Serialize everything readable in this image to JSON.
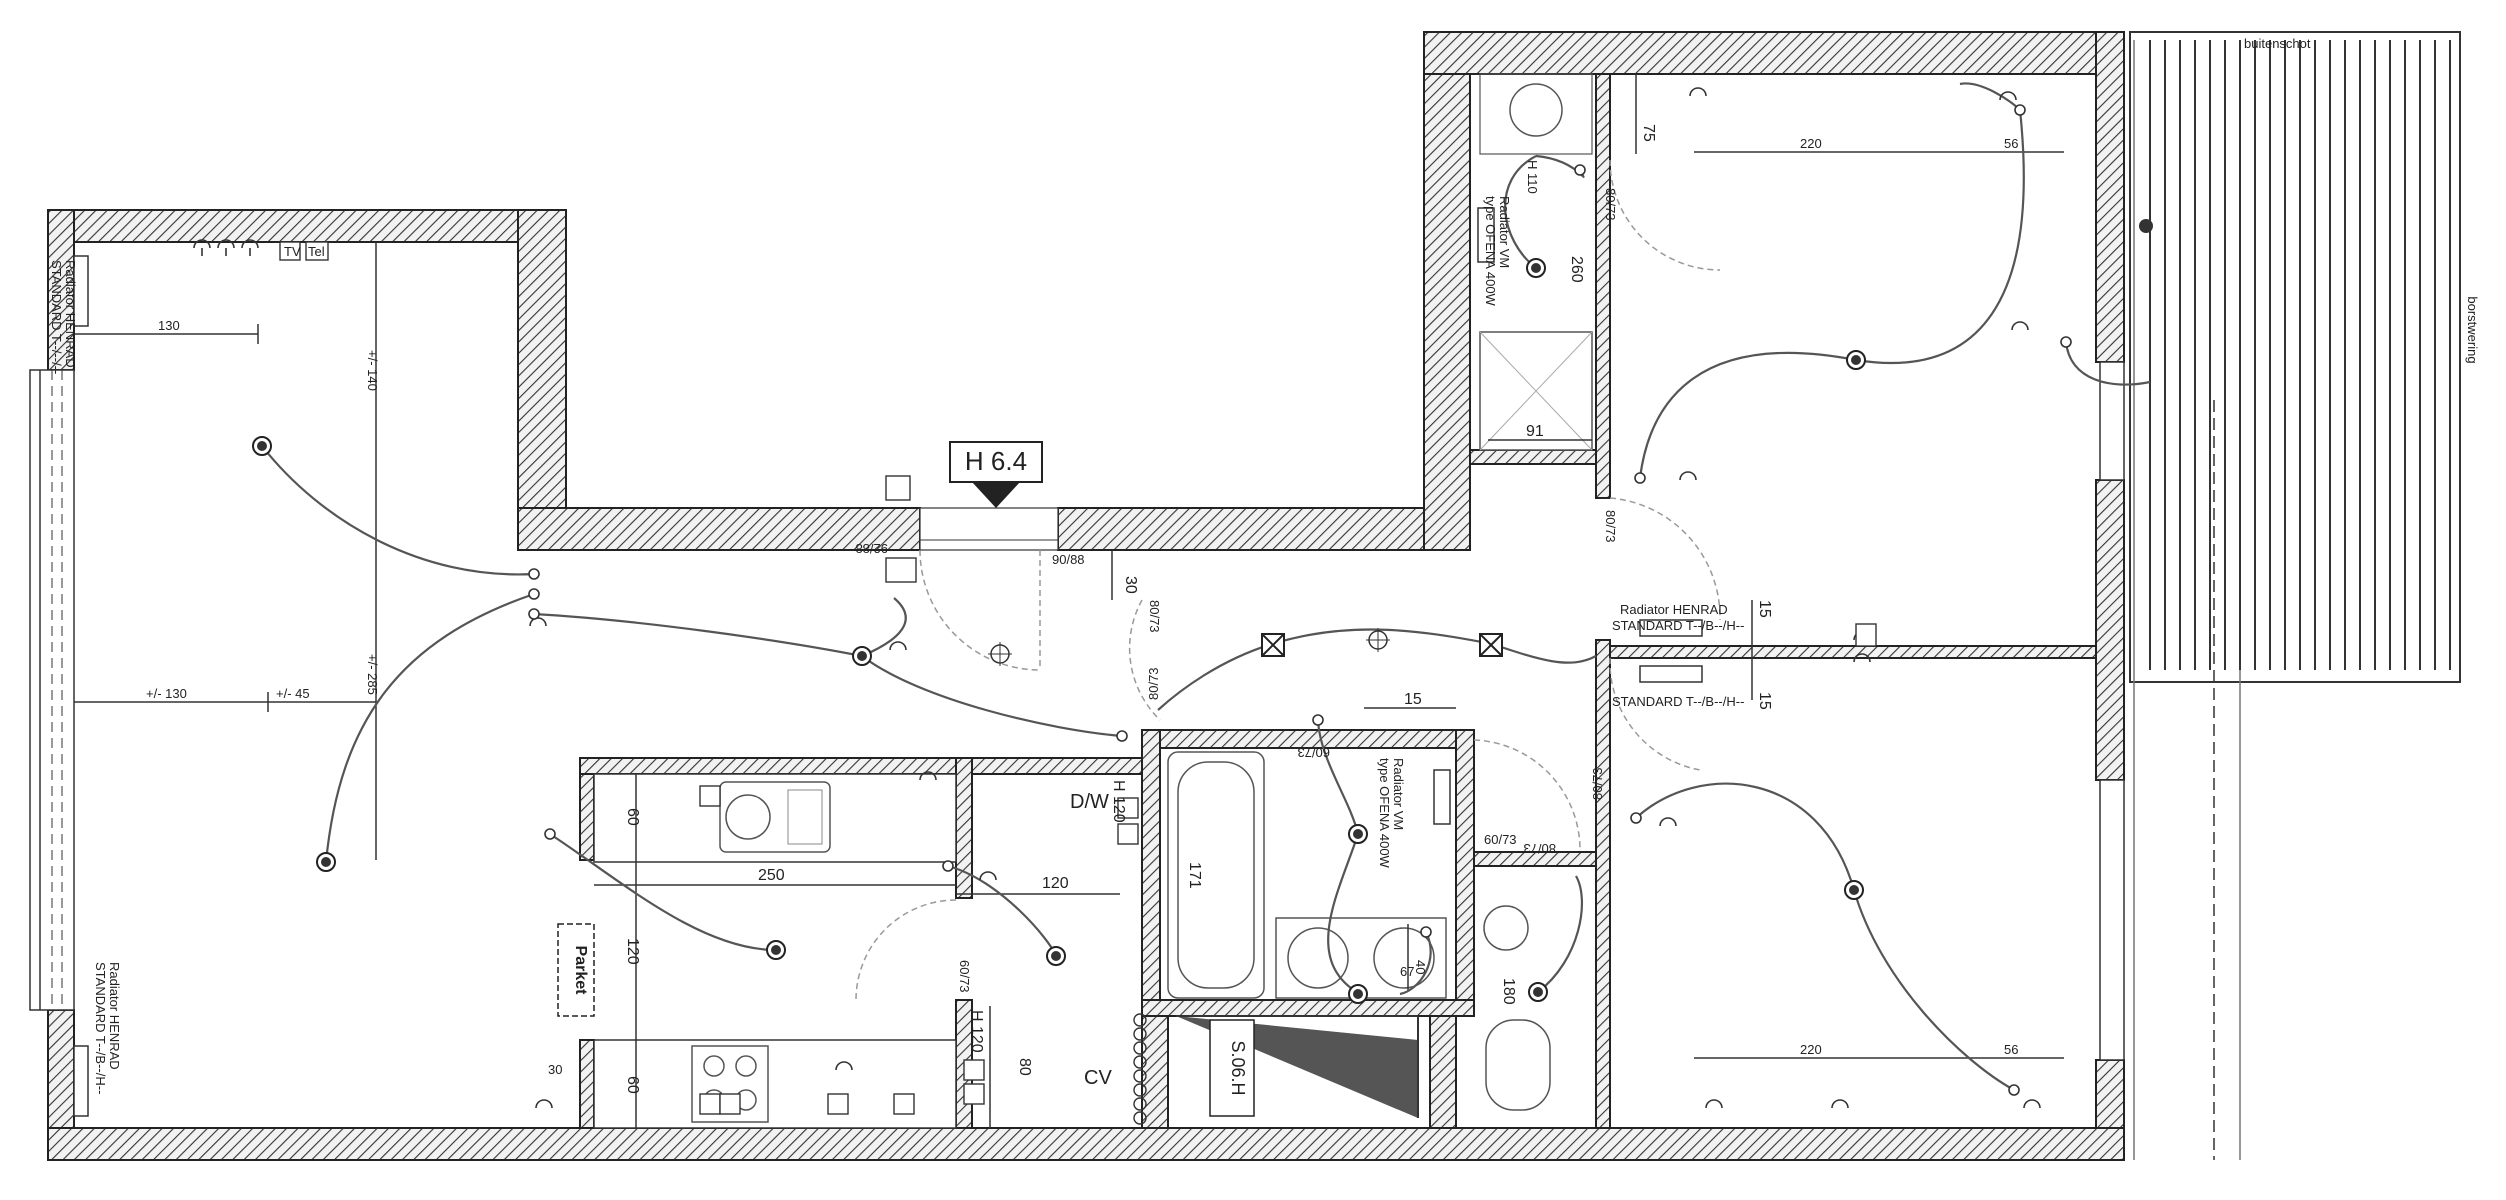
{
  "tag": {
    "label": "H 6.4"
  },
  "unit_code": {
    "label": "S.06.H"
  },
  "notes": {
    "buitenschot": "buitenschot",
    "borstwering": "borstwering",
    "parket": "Parket",
    "dw": "D/W",
    "cv": "CV",
    "radiator_henrad": "Radiator HENRAD",
    "radiator_std_tt": "STANDARD T--/--/--",
    "radiator_std_b": "STANDARD T--/B--/H--",
    "radiator_std_b2": "STANDARD T--/B--/H--",
    "radiator_std_bl": "STANDARD T--/B--/H--",
    "badkamer_radiator": "Radiator VM",
    "badkamer_type": "type OFENA 400W",
    "dim_130": "130",
    "dim_pm140": "+/- 140",
    "dim_pm285": "+/- 285",
    "dim_pm130": "+/- 130",
    "dim_pm45": "+/- 45",
    "dim_30": "30",
    "dim_60a": "60",
    "dim_60b": "60",
    "dim_250": "250",
    "dim_120h": "120",
    "dim_120v": "120",
    "dim_80": "80",
    "dim_30b": "30",
    "dim_15a": "15",
    "dim_15b": "15",
    "dim_15c": "15",
    "dim_171": "171",
    "dim_180": "180",
    "dim_91": "91",
    "dim_260": "260",
    "dim_75": "75",
    "dim_220a": "220",
    "dim_56a": "56",
    "dim_220b": "220",
    "dim_56b": "56",
    "dim_67": "67",
    "dim_40": "40",
    "door_9288": "92/88",
    "door_9088": "90/88",
    "door_8073a": "80/73",
    "door_8073b": "80/73",
    "door_8073c": "80/73",
    "door_8073d": "80/73",
    "door_8073e": "80/73",
    "door_8073f": "80/73",
    "door_6073a": "60/73",
    "door_6073b": "60/73",
    "door_6073c": "60/73",
    "h120a": "H 120",
    "h120b": "H 120",
    "h110": "H 110",
    "tv": "TV",
    "tel": "Tel"
  }
}
